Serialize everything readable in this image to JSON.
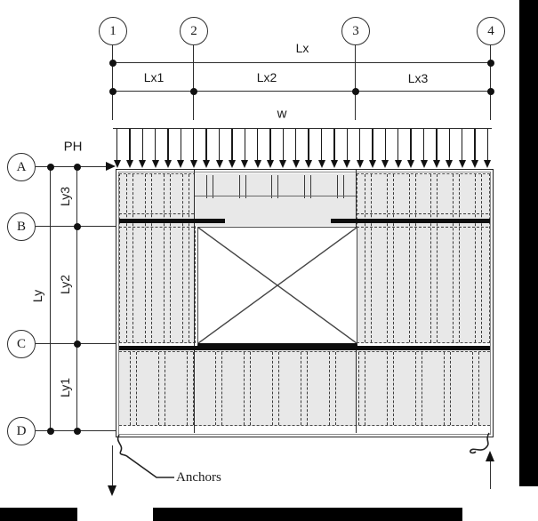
{
  "figure": {
    "top_axes": {
      "labels": [
        "1",
        "2",
        "3",
        "4"
      ]
    },
    "left_axes": {
      "labels": [
        "A",
        "B",
        "C",
        "D"
      ]
    },
    "dims_top": {
      "overall": "Lx",
      "segments": [
        "Lx1",
        "Lx2",
        "Lx3"
      ]
    },
    "dims_left": {
      "overall": "Ly",
      "segments_top_to_bottom": [
        "Ly3",
        "Ly2",
        "Ly1"
      ]
    },
    "loads": {
      "distributed": "w",
      "lateral": "PH"
    },
    "callouts": {
      "anchors": "Anchors"
    },
    "load_arrows": {
      "count": 30
    },
    "studs": {
      "left_pier": 4,
      "mid_band_ticks": 5,
      "right_pier": 6,
      "bottom_band": 13
    },
    "colors": {
      "line": "#1a1a1a",
      "panel_fill": "#e8e8e8",
      "thick_line": "#0d0d0d",
      "artifact": "#000000"
    }
  }
}
